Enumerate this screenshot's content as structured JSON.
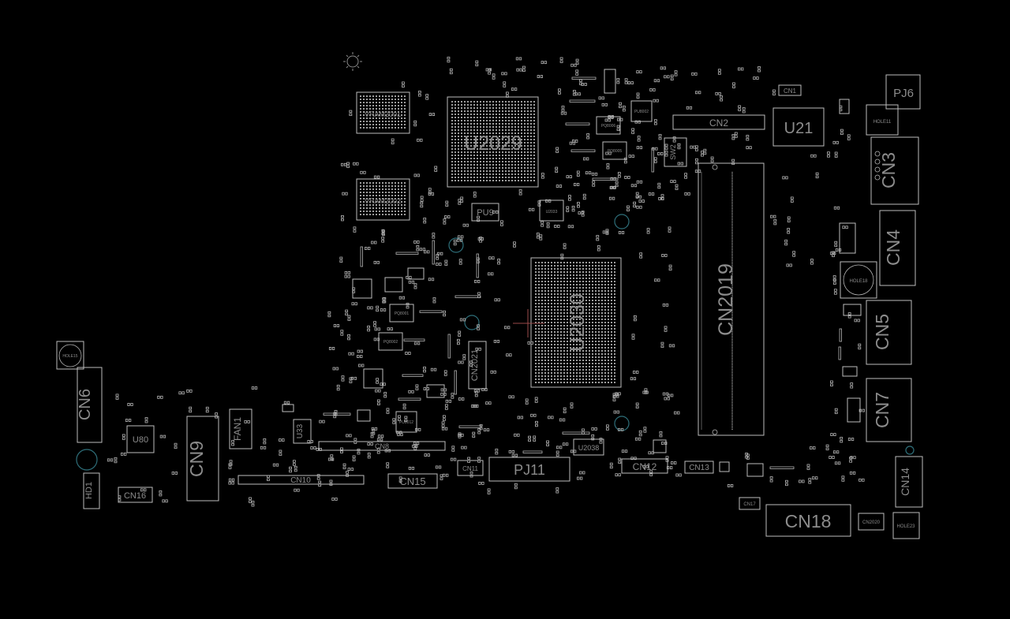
{
  "board": {
    "labels": {
      "u2029": "U2029",
      "u2030": "U2030",
      "vram2001": "VRAM2001",
      "vram2002": "VRAM2002",
      "cn2019": "CN2019",
      "cn2": "CN2",
      "cn1": "CN1",
      "u21": "U21",
      "pj6": "PJ6",
      "hole11": "HOLE11",
      "cn3": "CN3",
      "cn4": "CN4",
      "hole18": "HOLE18",
      "cn5": "CN5",
      "cn7": "CN7",
      "cn14": "CN14",
      "hole23": "HOLE23",
      "cn18": "CN18",
      "cn17": "CN17",
      "cn2020": "CN2020",
      "cn13": "CN13",
      "cn12": "CN12",
      "u2038": "U2038",
      "pj11": "PJ11",
      "cn11": "CN11",
      "cn15": "CN15",
      "cn10": "CN10",
      "cn8": "CN8",
      "u33": "U33",
      "fan1": "FAN1",
      "cn9": "CN9",
      "u80": "U80",
      "cn16": "CN16",
      "hd1": "HD1",
      "cn6": "CN6",
      "hole15": "HOLE15",
      "pu9": "PU9",
      "cn2021": "CN2021",
      "sw2": "SW2",
      "u2033": "U2033",
      "pu8002": "PU8002",
      "pq8006": "PQ8006",
      "pq8005": "PQ8005",
      "pq8001": "PQ8001",
      "pq8002": "PQ8002",
      "pu8012": "PU8012"
    },
    "colors": {
      "background": "#000000",
      "outline": "#bdbdbd",
      "text": "#8c8c8c",
      "mounting_hole": "#2e6f7a",
      "cursor": "#9a4a4a"
    }
  }
}
